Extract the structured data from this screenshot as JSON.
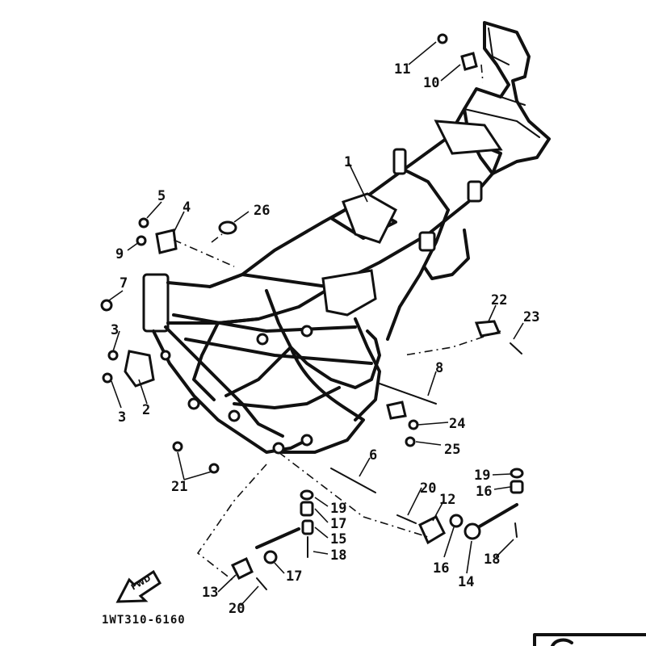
{
  "callouts": [
    {
      "id": "c1",
      "text": "1"
    },
    {
      "id": "c2",
      "text": "2"
    },
    {
      "id": "c3a",
      "text": "3"
    },
    {
      "id": "c3b",
      "text": "3"
    },
    {
      "id": "c4",
      "text": "4"
    },
    {
      "id": "c5",
      "text": "5"
    },
    {
      "id": "c6",
      "text": "6"
    },
    {
      "id": "c7",
      "text": "7"
    },
    {
      "id": "c8",
      "text": "8"
    },
    {
      "id": "c9",
      "text": "9"
    },
    {
      "id": "c10",
      "text": "10"
    },
    {
      "id": "c11",
      "text": "11"
    },
    {
      "id": "c12",
      "text": "12"
    },
    {
      "id": "c13",
      "text": "13"
    },
    {
      "id": "c14",
      "text": "14"
    },
    {
      "id": "c15",
      "text": "15"
    },
    {
      "id": "c16a",
      "text": "16"
    },
    {
      "id": "c16b",
      "text": "16"
    },
    {
      "id": "c17a",
      "text": "17"
    },
    {
      "id": "c17b",
      "text": "17"
    },
    {
      "id": "c18a",
      "text": "18"
    },
    {
      "id": "c18b",
      "text": "18"
    },
    {
      "id": "c19a",
      "text": "19"
    },
    {
      "id": "c19b",
      "text": "19"
    },
    {
      "id": "c20a",
      "text": "20"
    },
    {
      "id": "c20b",
      "text": "20"
    },
    {
      "id": "c21",
      "text": "21"
    },
    {
      "id": "c22",
      "text": "22"
    },
    {
      "id": "c23",
      "text": "23"
    },
    {
      "id": "c24",
      "text": "24"
    },
    {
      "id": "c25",
      "text": "25"
    },
    {
      "id": "c26",
      "text": "26"
    }
  ],
  "diagram_code": "1WT310-6160",
  "fwd_label": "FWD",
  "colors": {
    "ink": "#111111",
    "paper": "#ffffff"
  }
}
